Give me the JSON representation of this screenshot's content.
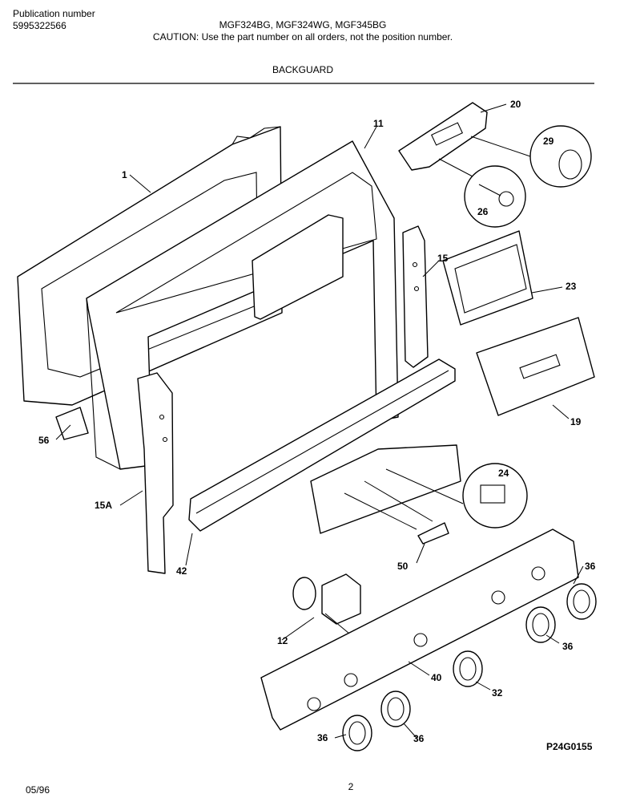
{
  "header": {
    "publication_label": "Publication number",
    "publication_number": "5995322566",
    "models": "MGF324BG, MGF324WG, MGF345BG",
    "caution": "CAUTION:  Use the part number on all orders, not the position number.",
    "section_title": "BACKGUARD"
  },
  "callouts": {
    "c1": "1",
    "c11": "11",
    "c20": "20",
    "c29": "29",
    "c26": "26",
    "c15": "15",
    "c23": "23",
    "c19": "19",
    "c56": "56",
    "c15a": "15A",
    "c24": "24",
    "c42": "42",
    "c50": "50",
    "c36a": "36",
    "c36b": "36",
    "c12": "12",
    "c40": "40",
    "c32": "32",
    "c36c": "36",
    "c36d": "36"
  },
  "figure_code": "P24G0155",
  "footer": {
    "date": "05/96",
    "page": "2"
  }
}
